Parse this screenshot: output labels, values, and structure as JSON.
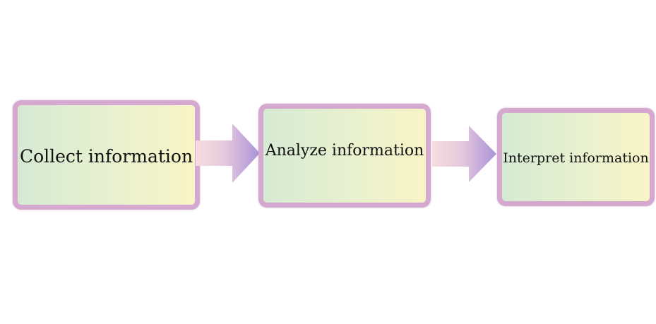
{
  "diagram": {
    "steps": [
      {
        "label": "Collect information"
      },
      {
        "label": "Analyze information"
      },
      {
        "label": "Interpret information"
      }
    ],
    "colors": {
      "box_border": "#d4a8cf",
      "box_fill_start": "#d6ead3",
      "box_fill_end": "#f8f4c6",
      "arrow_tail": "#f4d4d4",
      "arrow_head": "#a993d8"
    }
  }
}
